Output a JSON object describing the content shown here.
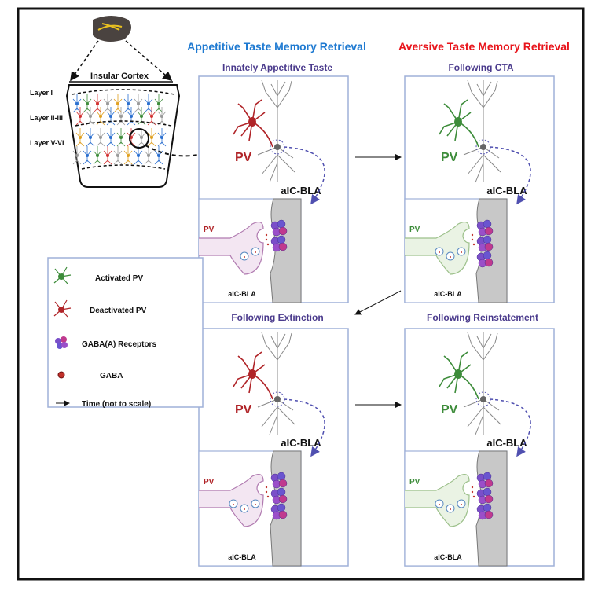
{
  "headings": {
    "appetitive": "Appetitive Taste Memory Retrieval",
    "aversive": "Aversive Taste Memory Retrieval"
  },
  "cortex": {
    "title": "Insular Cortex",
    "layers": [
      "Layer I",
      "Layer II-III",
      "Layer V-VI"
    ]
  },
  "panels": [
    {
      "title": "Innately Appetitive Taste",
      "pv_label": "PV",
      "target_label": "aIC-BLA",
      "inset_pv_label": "PV",
      "inset_target_label": "aIC-BLA",
      "pv_state": "deactivated",
      "receptor_clusters": 2
    },
    {
      "title": "Following CTA",
      "pv_label": "PV",
      "target_label": "aIC-BLA",
      "inset_pv_label": "PV",
      "inset_target_label": "aIC-BLA",
      "pv_state": "activated",
      "receptor_clusters": 3
    },
    {
      "title": "Following Extinction",
      "pv_label": "PV",
      "target_label": "aIC-BLA",
      "inset_pv_label": "PV",
      "inset_target_label": "aIC-BLA",
      "pv_state": "deactivated",
      "receptor_clusters": 3
    },
    {
      "title": "Following Reinstatement",
      "pv_label": "PV",
      "target_label": "aIC-BLA",
      "inset_pv_label": "PV",
      "inset_target_label": "aIC-BLA",
      "pv_state": "activated",
      "receptor_clusters": 3
    }
  ],
  "legend": {
    "items": [
      {
        "icon": "activated-pv-icon",
        "label": "Activated PV"
      },
      {
        "icon": "deactivated-pv-icon",
        "label": "Deactivated PV"
      },
      {
        "icon": "gaba-a-receptor-icon",
        "label": "GABA(A) Receptors"
      },
      {
        "icon": "gaba-icon",
        "label": "GABA"
      },
      {
        "icon": "arrow-right-icon",
        "label": "Time (not to scale)"
      }
    ]
  },
  "colors": {
    "appetitive": "#1f7ad1",
    "aversive": "#e8141b",
    "panel_title": "#4a3a8c",
    "activated": "#3d8c3a",
    "deactivated": "#b02428",
    "panel_border": "#9fb0d8",
    "receptor": "#7a4fc9",
    "receptor_alt": "#c03a8e"
  }
}
